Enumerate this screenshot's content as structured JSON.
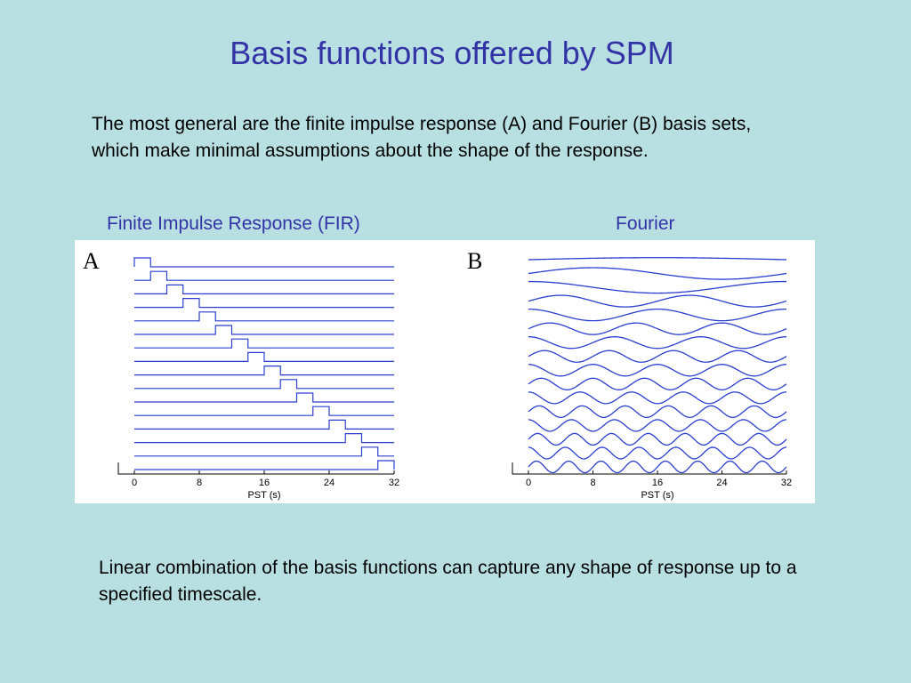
{
  "slide": {
    "title": "Basis functions offered by SPM",
    "intro": "The most general are the finite impulse response (A) and Fourier (B) basis sets, which make minimal assumptions about the shape of the response.",
    "outro": "Linear combination of the basis functions can capture any shape of response up to a specified timescale."
  },
  "panels": {
    "fir_label": "Finite Impulse Response (FIR)",
    "fourier_label": "Fourier",
    "fir_letter": "A",
    "fourier_letter": "B"
  },
  "colors": {
    "background": "#b8dfe2",
    "title": "#3333a6",
    "curve": "#2a3fcf"
  },
  "chart_data": [
    {
      "type": "line",
      "description_kind": "FIR basis set",
      "x_range": [
        0,
        32
      ],
      "xlabel": "PST (s)",
      "xticks": [
        0,
        8,
        16,
        24,
        32
      ],
      "n_functions": 16,
      "bin_width_s": 2
    },
    {
      "type": "line",
      "description_kind": "Fourier basis set",
      "x_range": [
        0,
        32
      ],
      "xlabel": "PST (s)",
      "xticks": [
        0,
        8,
        16,
        24,
        32
      ],
      "n_functions": 16
    }
  ]
}
